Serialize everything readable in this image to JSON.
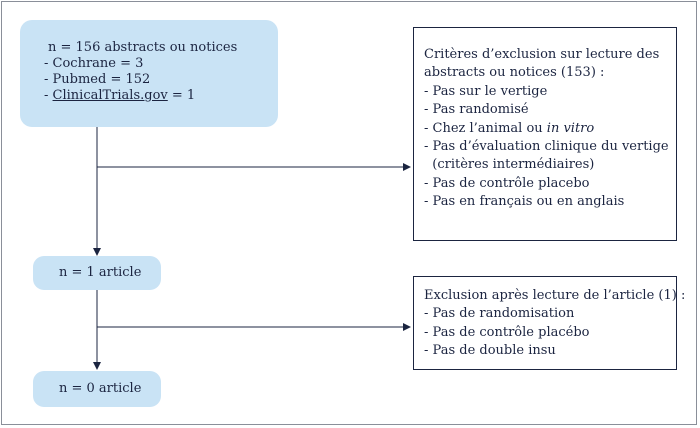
{
  "colors": {
    "stage_fill": "#c9e3f5",
    "line": "#1b2440"
  },
  "stage1": {
    "header": "n = 156 abstracts ou notices",
    "items": [
      "- Cochrane = 3",
      "- Pubmed = 152"
    ],
    "last_prefix": "- ",
    "last_link": "ClinicalTrials.gov",
    "last_suffix": " = 1"
  },
  "exclusion1": {
    "title_line1": "Critères d’exclusion sur lecture des",
    "title_line2": "abstracts ou notices (153) :",
    "items": [
      "- Pas sur le vertige",
      "- Pas randomisé"
    ],
    "animal_prefix": "- Chez l’animal ou ",
    "animal_italic": "in vitro",
    "items2": [
      "- Pas d’évaluation clinique du vertige",
      "  (critères intermédiaires)",
      "- Pas de contrôle placebo",
      "- Pas en français ou en anglais"
    ]
  },
  "stage2": {
    "label": "n = 1 article"
  },
  "exclusion2": {
    "title": "Exclusion après lecture de l’article (1) :",
    "items": [
      "- Pas de randomisation",
      "- Pas de contrôle placébo",
      "- Pas de double insu"
    ]
  },
  "stage3": {
    "label": "n = 0 article"
  }
}
